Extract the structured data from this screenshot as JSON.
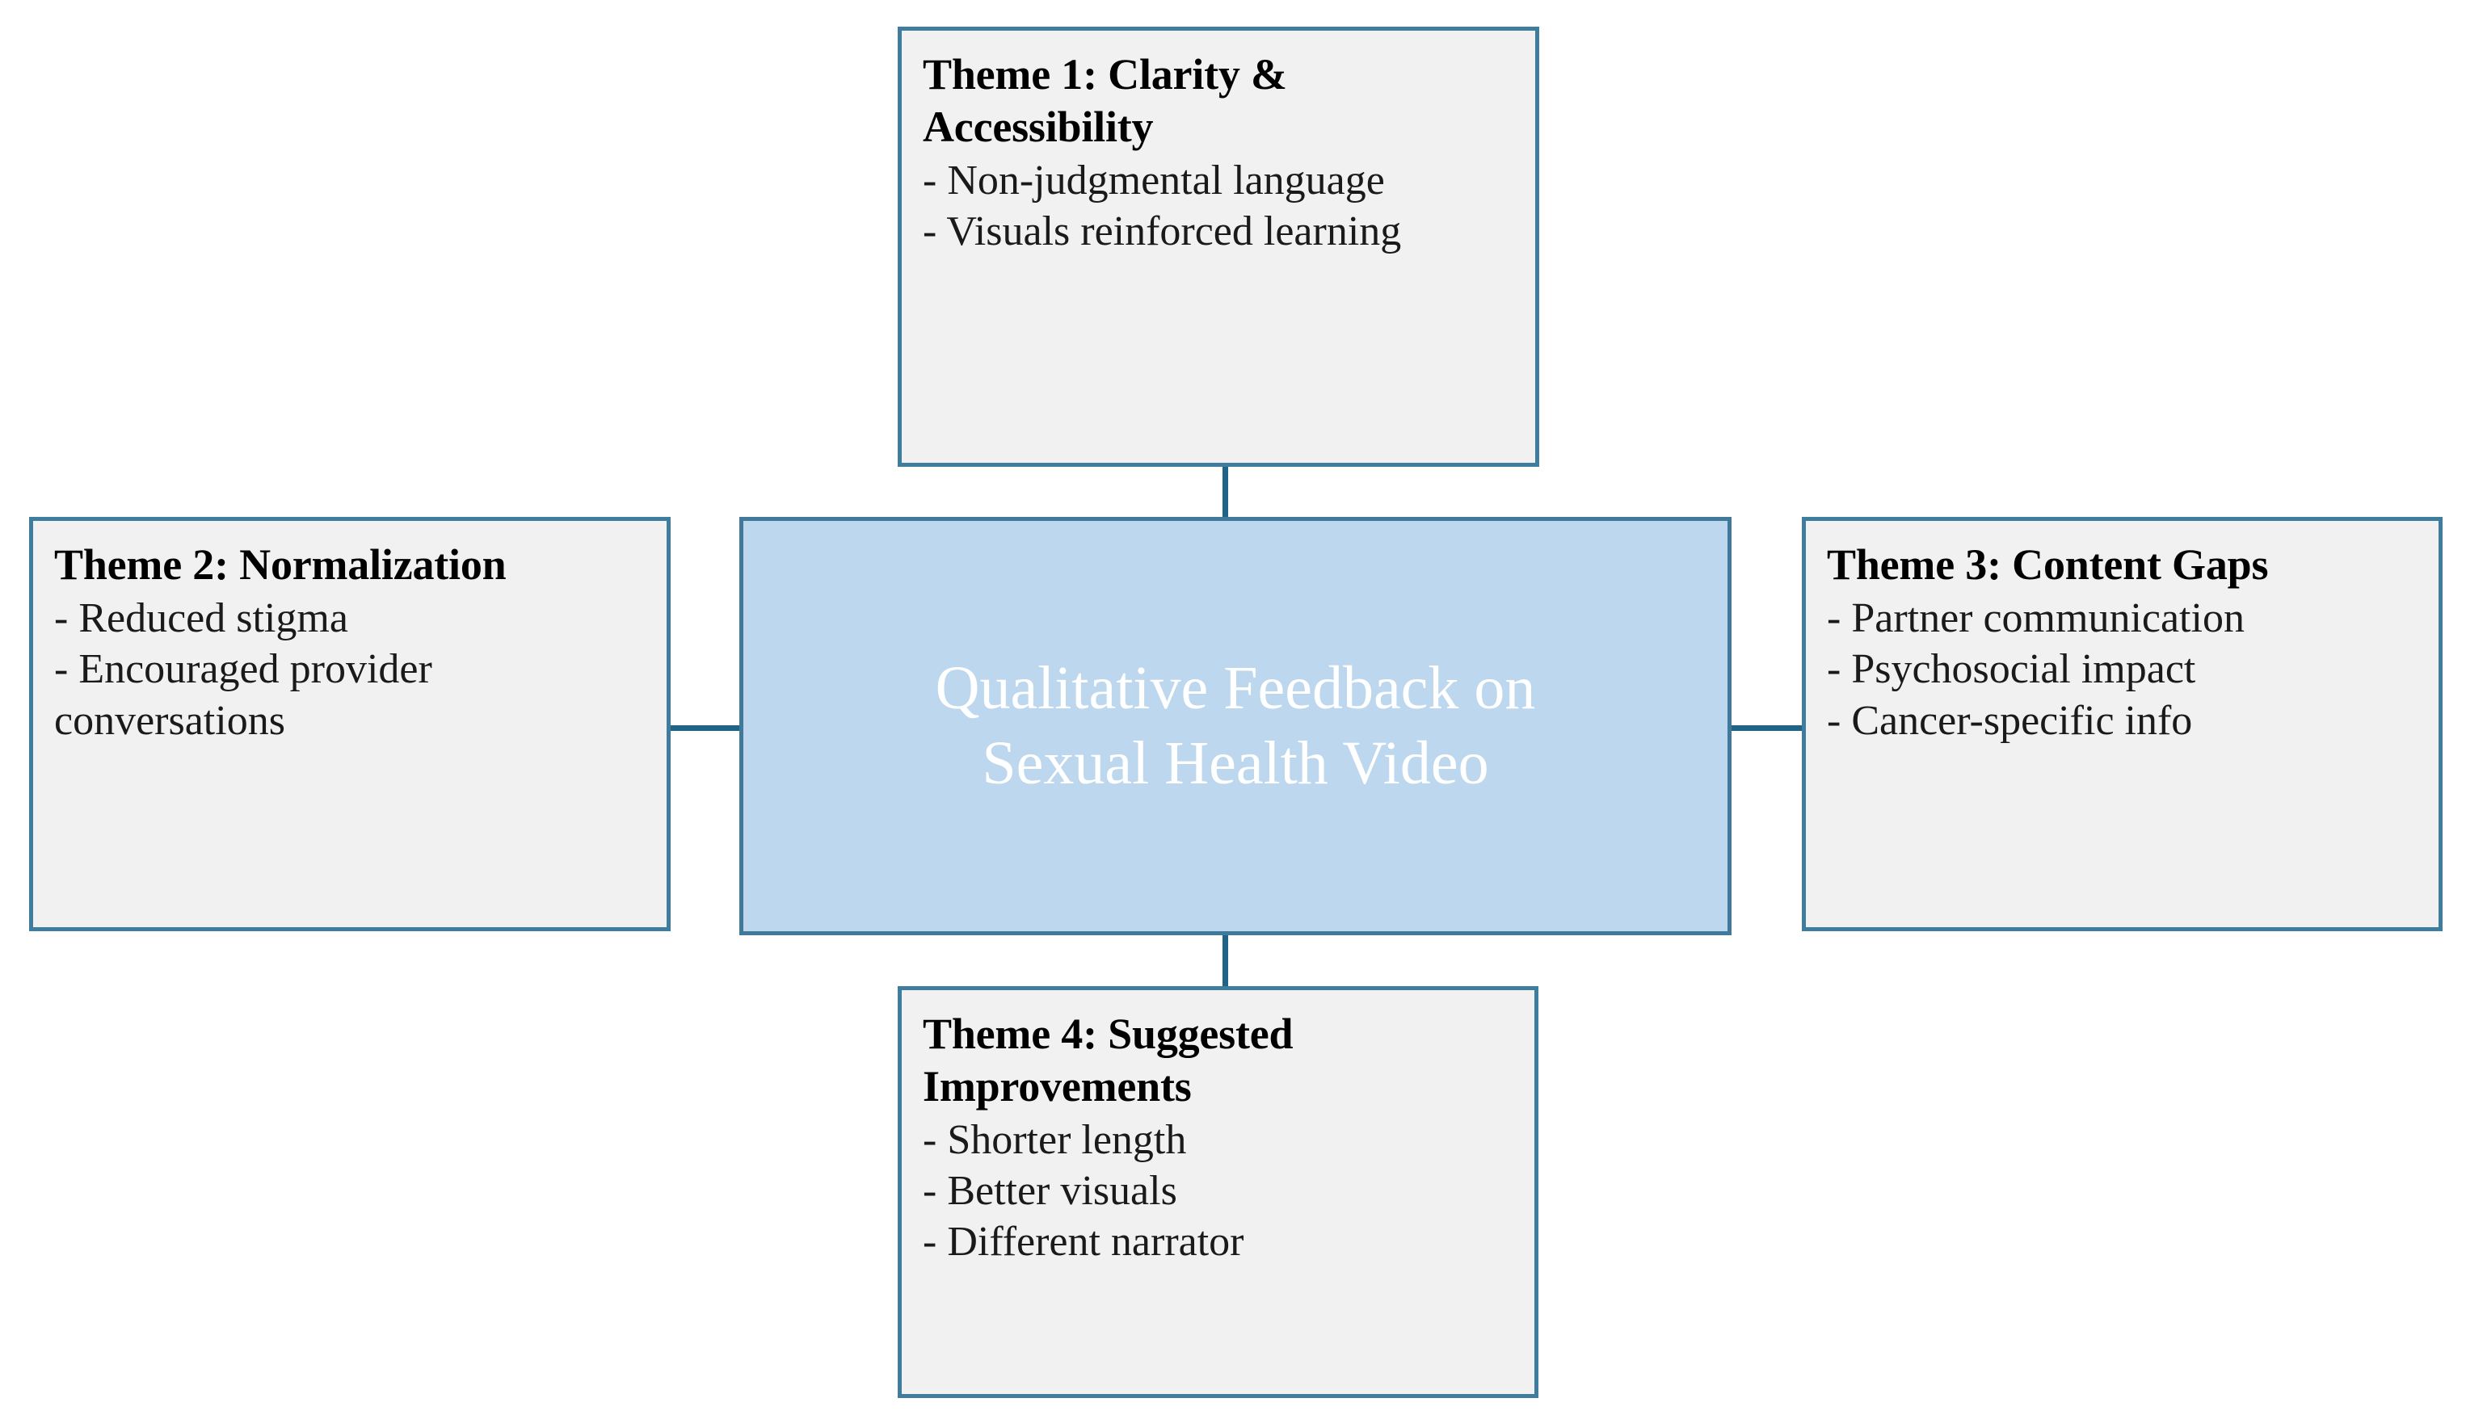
{
  "diagram": {
    "title": "Qualitative Feedback on Sexual Health Video thematic map",
    "colors": {
      "center_fill": "#bdd7ee",
      "center_border": "#41799b",
      "center_text": "#ffffff",
      "theme_fill": "#f1f1f1",
      "theme_border": "#3f7d9e",
      "theme_text": "#000000",
      "connector": "#1f6488",
      "background": "#ffffff"
    }
  },
  "center": {
    "line1": "Qualitative Feedback on",
    "line2": "Sexual Health Video",
    "full_text": "Qualitative Feedback on Sexual Health Video"
  },
  "themes": {
    "theme1": {
      "title": "Theme 1: Clarity & Accessibility",
      "bullets": [
        "- Non-judgmental language",
        "- Visuals reinforced learning"
      ]
    },
    "theme2": {
      "title": "Theme 2: Normalization",
      "bullets": [
        "- Reduced stigma",
        "- Encouraged provider conversations"
      ]
    },
    "theme3": {
      "title": "Theme 3: Content Gaps",
      "bullets": [
        "- Partner communication",
        "- Psychosocial impact",
        "- Cancer-specific info"
      ]
    },
    "theme4": {
      "title": "Theme 4: Suggested Improvements",
      "bullets": [
        "- Shorter length",
        "- Better visuals",
        "- Different narrator"
      ]
    }
  }
}
